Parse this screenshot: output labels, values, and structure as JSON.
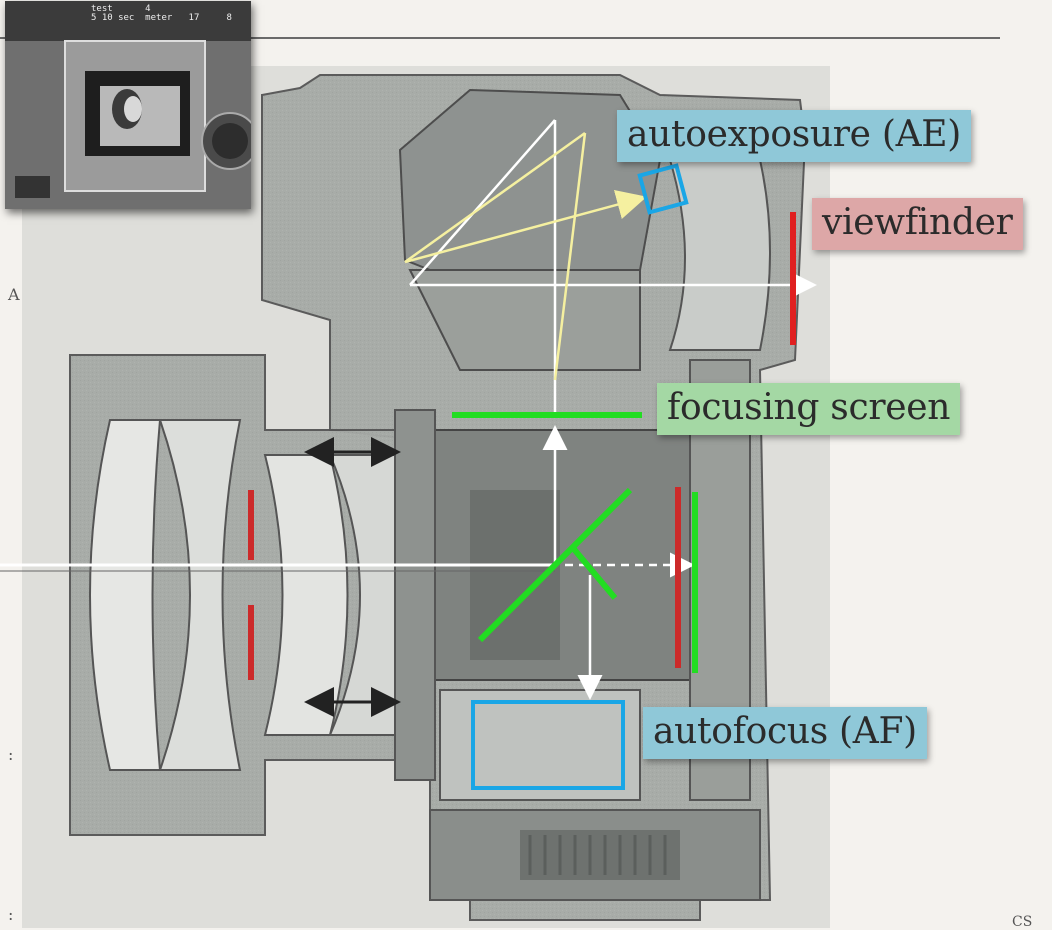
{
  "labels": {
    "autoexposure": "autoexposure (AE)",
    "viewfinder": "viewfinder",
    "focusing_screen": "focusing screen",
    "autofocus": "autofocus (AF)"
  },
  "inset_photo": {
    "caption_line1": "test      4",
    "caption_line2": "5 10 sec  meter   17     8"
  },
  "colors": {
    "background": "#f4f2ee",
    "camera_body": "#9a9e9a",
    "ae_label": "#8fc8d8",
    "viewfinder_label": "#dda7a7",
    "focusing_label": "#a4d8a4",
    "af_label": "#8fc8d8",
    "red_mark": "#e02020",
    "green_mark": "#22dd22",
    "blue_box": "#1aa6e6",
    "yellow_ray": "#f5f0a0"
  },
  "page_number": "CS"
}
